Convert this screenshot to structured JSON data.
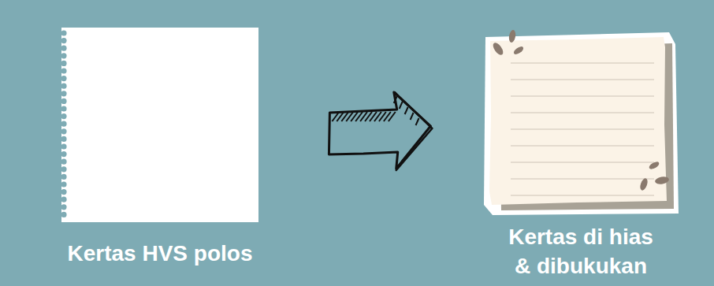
{
  "diagram": {
    "nodes": [
      {
        "text": [
          "Kertas HVS polos"
        ]
      },
      {
        "text": [
          "Kertas di hias & dibukukan"
        ]
      }
    ],
    "edges": [
      {
        "from": 0,
        "to": 1,
        "arrow": "to"
      }
    ]
  }
}
